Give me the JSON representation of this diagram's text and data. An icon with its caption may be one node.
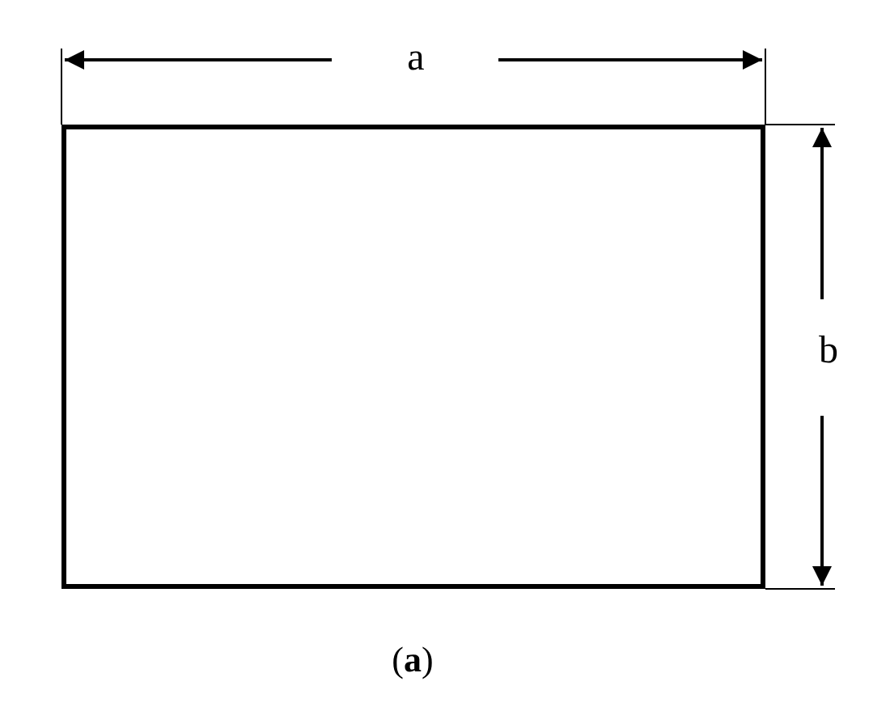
{
  "diagram": {
    "caption": "(**a**)",
    "nodes": [
      {
        "text": [],
        "shape": "box"
      }
    ],
    "labels": [
      "a",
      "b"
    ]
  }
}
